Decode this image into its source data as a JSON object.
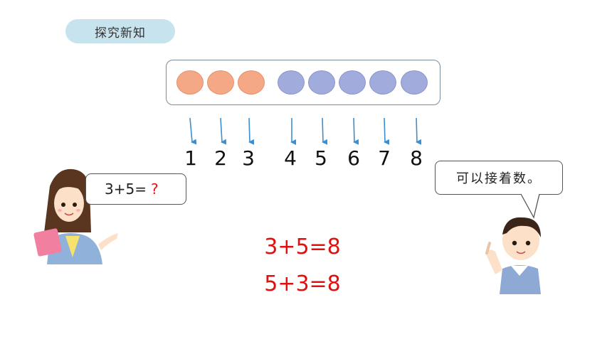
{
  "header": {
    "tag_label": "探究新知"
  },
  "counters": {
    "orange_count": 3,
    "blue_count": 5,
    "orange_color": "#f4a885",
    "blue_color": "#a2acdc"
  },
  "numbers": [
    "1",
    "2",
    "3",
    "4",
    "5",
    "6",
    "7",
    "8"
  ],
  "girl": {
    "expression": "3+5=",
    "question_mark": "?"
  },
  "boy": {
    "speech": "可以接着数。"
  },
  "equations": [
    "3+5=8",
    "5+3=8"
  ],
  "colors": {
    "equation": "#e01010",
    "arrow": "#3b8fd0",
    "tag_bg": "#c6e3ee"
  }
}
